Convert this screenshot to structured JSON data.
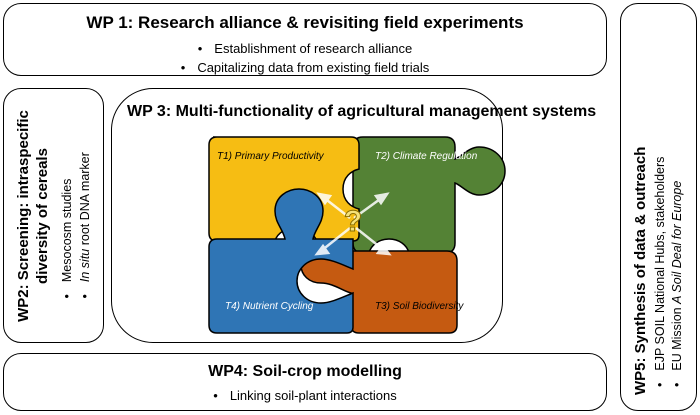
{
  "wp1": {
    "title": "WP 1: Research alliance & revisiting field experiments",
    "bullets": [
      "Establishment of research alliance",
      "Capitalizing data from existing field trials"
    ]
  },
  "wp2": {
    "title_line1": "WP2: Screening: intraspecific",
    "title_line2": "diversity of cereals",
    "bullet1": "Mesocosm studies",
    "bullet2_italic": "In situ",
    "bullet2_rest": " root DNA marker"
  },
  "wp3": {
    "title": "WP 3: Multi-functionality of agricultural management systems",
    "pieces": {
      "t1": "T1)  Primary Productivity",
      "t2": "T2)  Climate Regulation",
      "t3": "T3)  Soil Biodiversity",
      "t4": "T4)  Nutrient Cycling"
    },
    "center_symbol": "?"
  },
  "wp4": {
    "title": "WP4: Soil-crop modelling",
    "bullets": [
      "Linking soil-plant interactions"
    ]
  },
  "wp5": {
    "title": "WP5: Synthesis of data & outreach",
    "bullet1": "EJP SOIL National Hubs,  stakeholders",
    "bullet2_prefix": "EU Mission ",
    "bullet2_italic": "A Soil Deal for Europe"
  },
  "colors": {
    "t1": "#f6bd13",
    "t2": "#548235",
    "t3": "#c55a11",
    "t4": "#2f75b5",
    "border": "#000000"
  }
}
